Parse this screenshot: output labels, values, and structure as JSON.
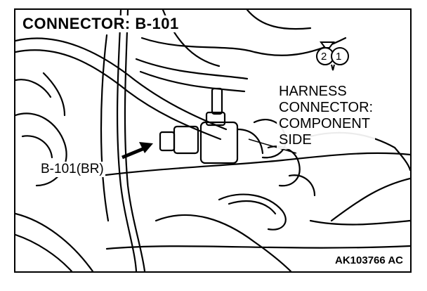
{
  "diagram": {
    "title": "CONNECTOR: B-101",
    "connector_callout": "B-101(BR)",
    "harness_label": [
      "HARNESS",
      "CONNECTOR:",
      "COMPONENT",
      "SIDE"
    ],
    "pins": [
      "2",
      "1"
    ],
    "figure_code": "AK103766 AC"
  }
}
